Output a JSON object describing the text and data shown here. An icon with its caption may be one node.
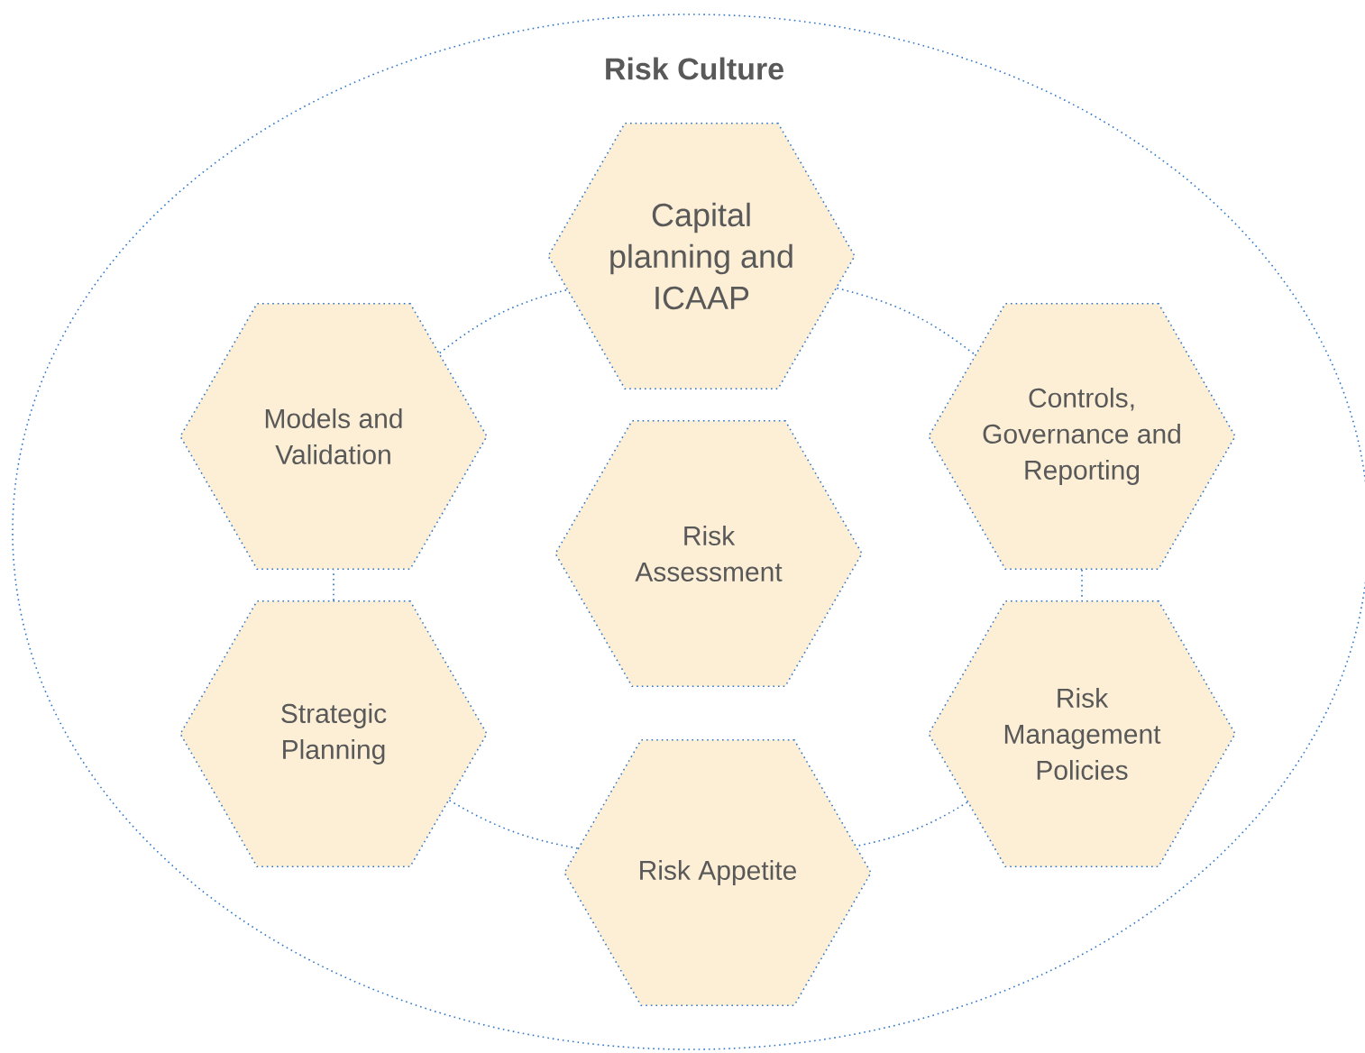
{
  "diagram": {
    "nodes": [
      {
        "text": [
          "Risk Culture"
        ]
      },
      {
        "text": [
          "Capital planning and ICAAP"
        ],
        "in": 0
      },
      {
        "text": [
          "Models and Validation"
        ],
        "in": 0
      },
      {
        "text": [
          "Controls, Governance and Reporting"
        ],
        "in": 0
      },
      {
        "text": [
          "Risk Assessment"
        ],
        "in": 0
      },
      {
        "text": [
          "Strategic Planning"
        ],
        "in": 0
      },
      {
        "text": [
          "Risk Management Policies"
        ],
        "in": 0
      },
      {
        "text": [
          "Risk Appetite"
        ],
        "in": 0
      }
    ],
    "edges": [
      {
        "from": 1,
        "to": 3,
        "arrow": "none"
      },
      {
        "from": 3,
        "to": 6,
        "arrow": "none"
      },
      {
        "from": 6,
        "to": 7,
        "arrow": "none"
      },
      {
        "from": 7,
        "to": 5,
        "arrow": "none"
      },
      {
        "from": 5,
        "to": 2,
        "arrow": "none"
      },
      {
        "from": 2,
        "to": 1,
        "arrow": "none"
      }
    ]
  }
}
